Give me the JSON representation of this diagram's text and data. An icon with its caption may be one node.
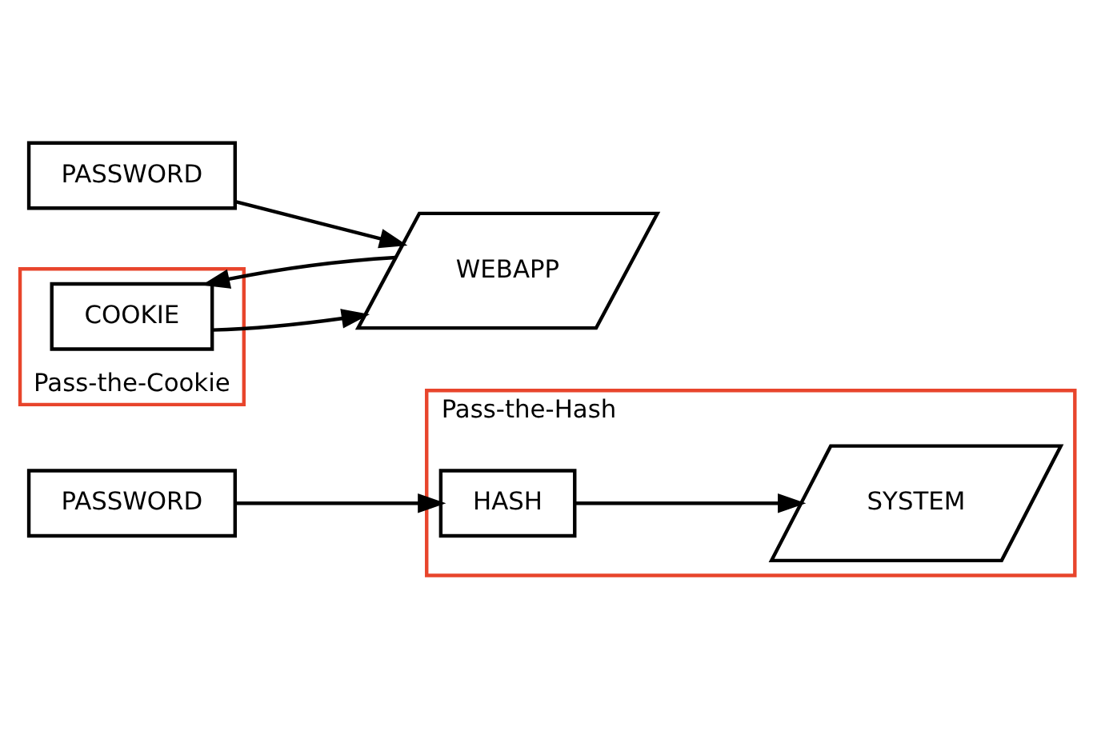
{
  "diagram": {
    "nodes": [
      {
        "text": [
          "Pass-the-Hash"
        ]
      },
      {
        "text": [
          "PASSWORD"
        ]
      },
      {
        "text": [
          "HASH"
        ],
        "in": 0
      },
      {
        "text": [
          "SYSTEM"
        ],
        "in": 0
      },
      {
        "text": [
          "PASSWORD"
        ]
      },
      {
        "text": [
          "Pass-the-Cookie"
        ]
      },
      {
        "text": [
          "COOKIE"
        ],
        "in": 5
      },
      {
        "text": [
          "WEBAPP"
        ]
      }
    ],
    "edges": [
      {
        "from": 1,
        "to": 2,
        "arrow": "to"
      },
      {
        "from": 2,
        "to": 3,
        "arrow": "to"
      },
      {
        "from": 4,
        "to": 7,
        "arrow": "to"
      },
      {
        "from": 7,
        "to": 6,
        "arrow": "to"
      },
      {
        "from": 6,
        "to": 7,
        "arrow": "to"
      }
    ]
  }
}
